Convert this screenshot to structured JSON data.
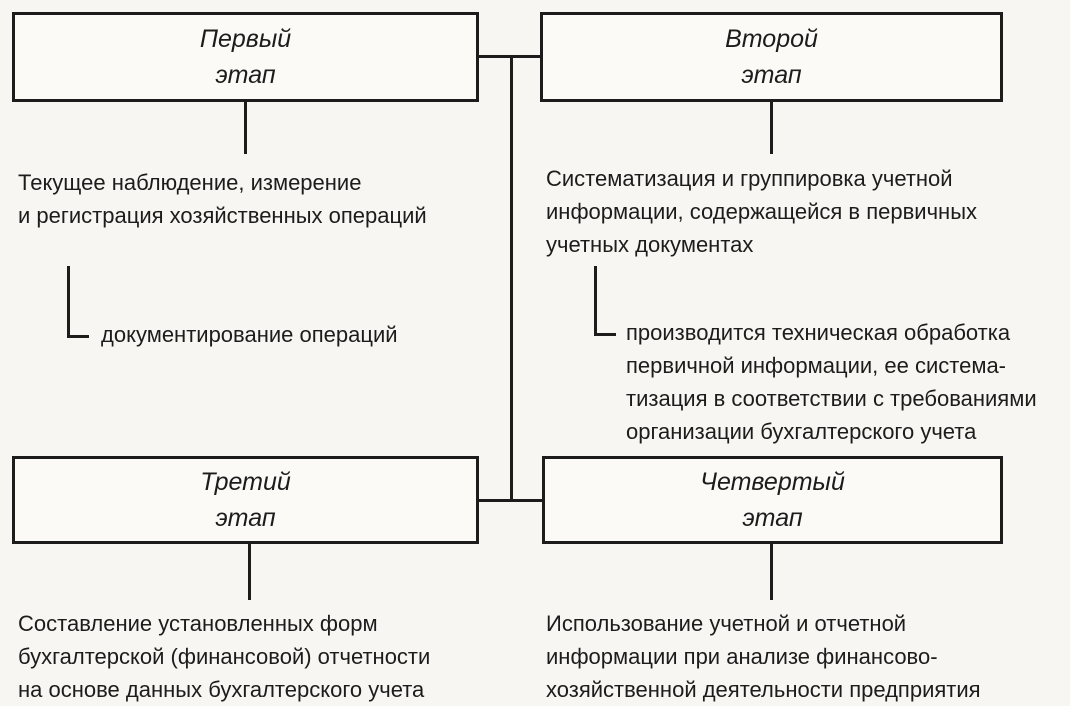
{
  "stages": [
    {
      "id": "stage-1",
      "title_line1": "Первый",
      "title_line2": "этап",
      "desc": [
        "Текущее наблюдение, измерение",
        "и регистрация хозяйственных операций"
      ]
    },
    {
      "id": "stage-2",
      "title_line1": "Второй",
      "title_line2": "этап",
      "desc": [
        "Систематизация и группировка учетной",
        "информации, содержащейся в первичных",
        "учетных документах"
      ]
    },
    {
      "id": "stage-3",
      "title_line1": "Третий",
      "title_line2": "этап",
      "desc": [
        "Составление установленных форм",
        "бухгалтерской (финансовой) отчетности",
        "на основе данных бухгалтерского учета"
      ]
    },
    {
      "id": "stage-4",
      "title_line1": "Четвертый",
      "title_line2": "этап",
      "desc": [
        "Использование учетной и отчетной",
        "информации при анализе финансово-",
        "хозяйственной деятельности предприятия"
      ]
    }
  ],
  "notes": {
    "stage_1_note": [
      "документирование операций"
    ],
    "stage_2_note": [
      "производится техническая обработка",
      "первичной информации, ее система-",
      "тизация в соответствии с требованиями",
      "организации бухгалтерского учета"
    ]
  }
}
